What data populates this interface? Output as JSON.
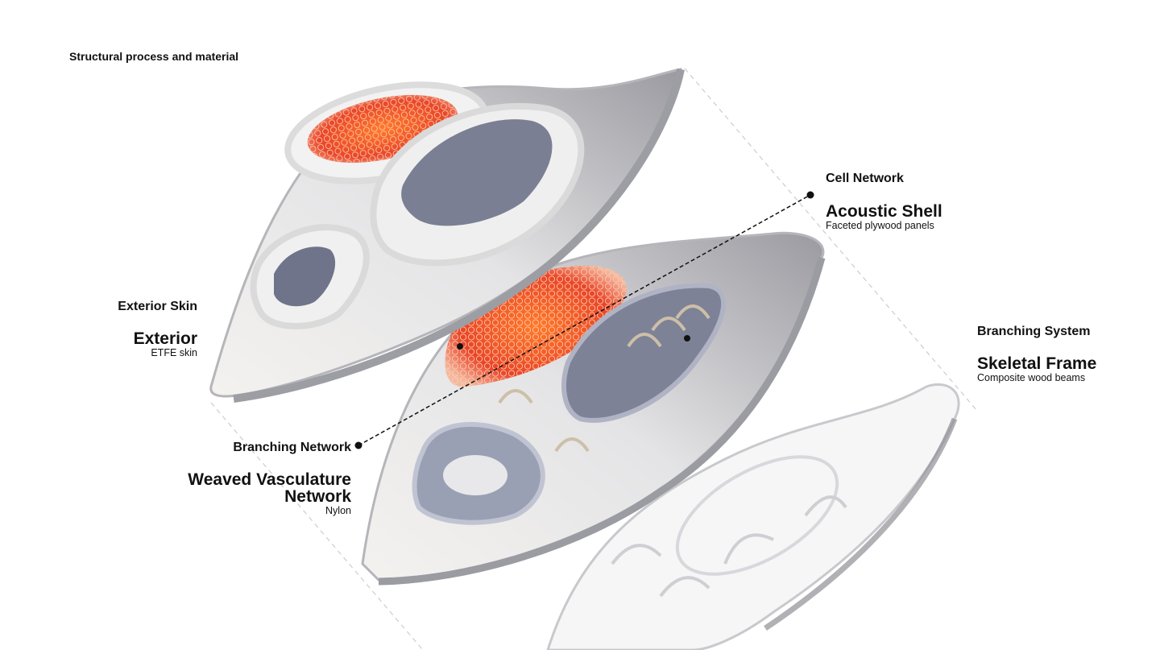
{
  "title": "Structural process and material",
  "layers": [
    {
      "category": "Exterior Skin",
      "name": "Exterior",
      "material": "ETFE skin"
    },
    {
      "category": "Branching Network",
      "name_line1": "Weaved Vasculature",
      "name_line2": "Network",
      "material": "Nylon"
    },
    {
      "category": "Cell Network",
      "name": "Acoustic Shell",
      "material": "Faceted plywood panels"
    },
    {
      "category": "Branching System",
      "name": "Skeletal Frame",
      "material": "Composite wood beams"
    }
  ],
  "colors": {
    "accent": "#e8452a",
    "shell": "#7c8194",
    "plate": "#a8a8ac",
    "leader": "#111111",
    "guide": "#bdbdbd"
  }
}
